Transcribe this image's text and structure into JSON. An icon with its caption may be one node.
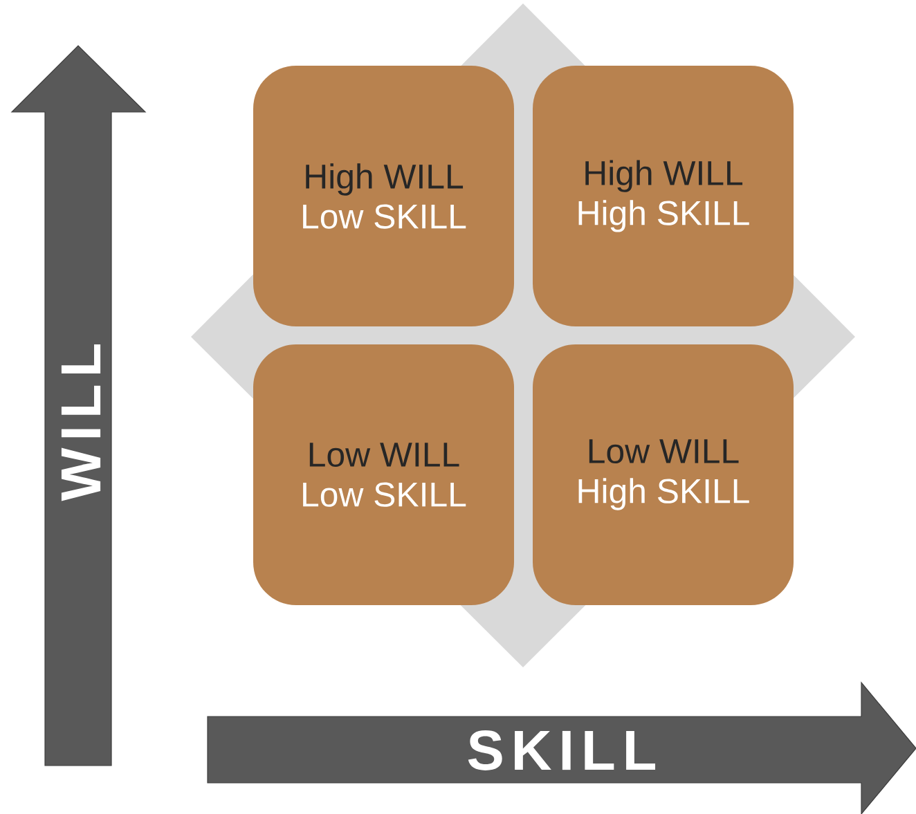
{
  "diagram": {
    "nodes": [
      {
        "text": [
          "High WILL",
          "Low SKILL"
        ]
      },
      {
        "text": [
          "High WILL",
          "High SKILL"
        ]
      },
      {
        "text": [
          "Low WILL",
          "Low SKILL"
        ]
      },
      {
        "text": [
          "Low WILL",
          "High SKILL"
        ]
      },
      {
        "text": [
          "WILL"
        ]
      },
      {
        "text": [
          "SKILL"
        ]
      }
    ]
  }
}
